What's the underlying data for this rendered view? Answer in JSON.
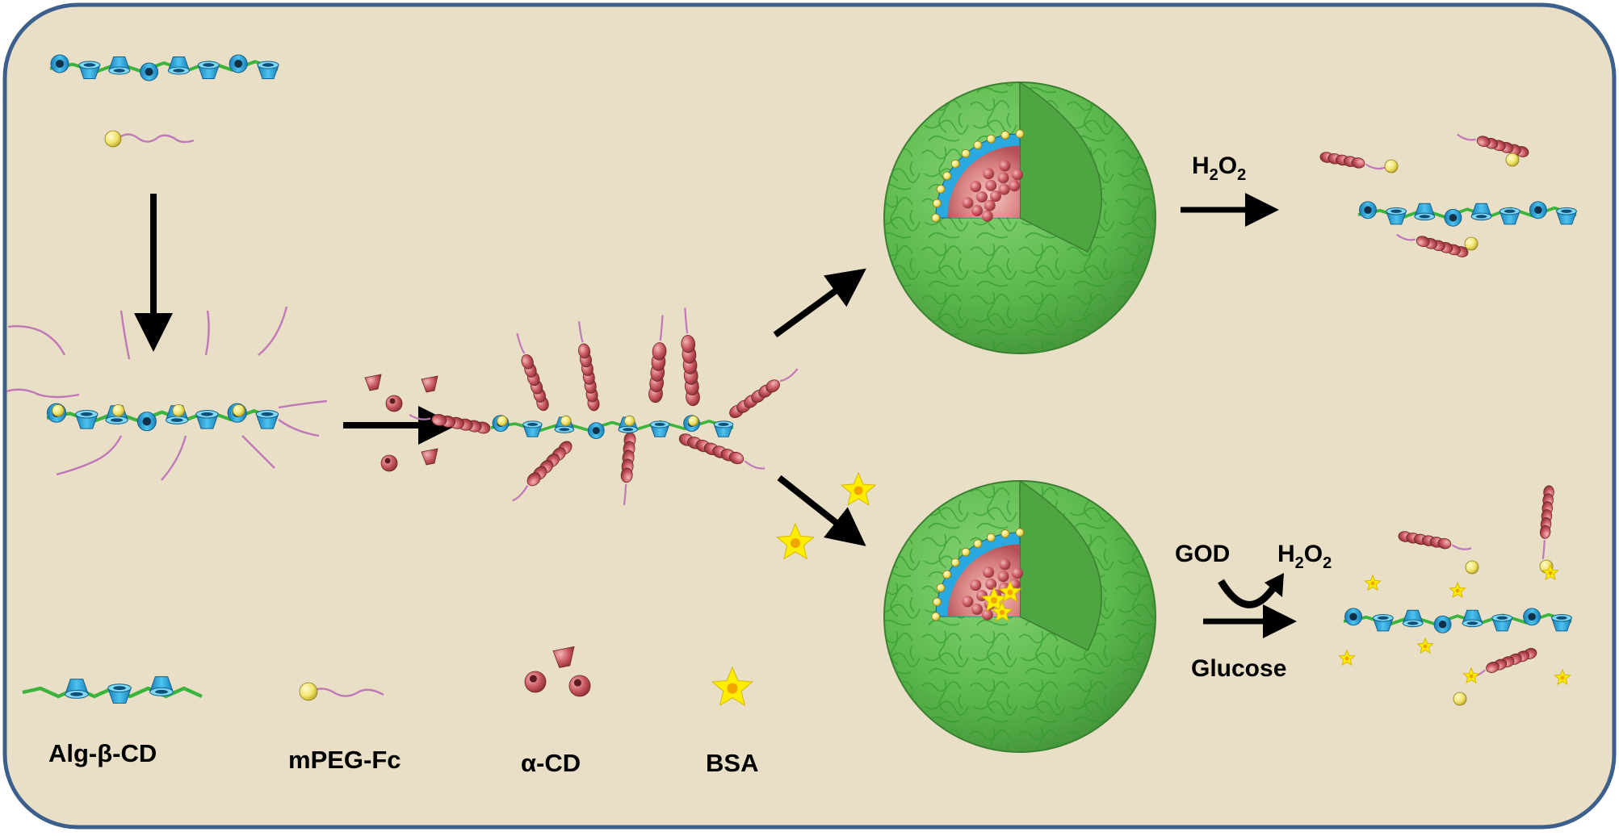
{
  "colors": {
    "background": "#e8dfc6",
    "border": "#3d5f8c",
    "backbone": "#3bb43b",
    "cyclodextrin_beta": "#29a9df",
    "ferrocene": "#f0e36a",
    "peg_chain": "#c078b8",
    "cyclodextrin_alpha": "#c8555e",
    "bsa": "#ffee00",
    "sphere_shell": "#58b74c",
    "sphere_core": "#cf6f73"
  },
  "reactions": {
    "oxidant": {
      "prefix": "H",
      "sub1": "2",
      "mid": "O",
      "sub2": "2"
    },
    "enzyme": "GOD",
    "product": {
      "prefix": "H",
      "sub1": "2",
      "mid": "O",
      "sub2": "2"
    },
    "substrate": "Glucose"
  },
  "legend": {
    "alg_beta_cd": "Alg-β-CD",
    "mpeg_fc": "mPEG-Fc",
    "alpha_cd": "α-CD",
    "bsa": "BSA"
  },
  "icons": [
    "arrow-down-icon",
    "arrow-right-icon",
    "arrow-diagonal-icon",
    "curved-arrow-icon",
    "star-icon",
    "sphere-icon"
  ]
}
